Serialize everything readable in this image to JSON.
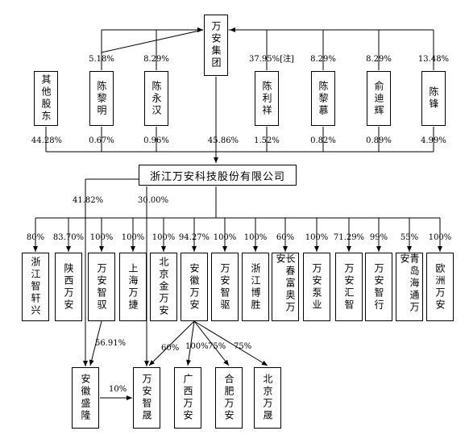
{
  "top": {
    "name": "万安集团"
  },
  "shareholders": [
    {
      "name": "其他股东",
      "top_pct": "",
      "bottom_pct": "44.28%"
    },
    {
      "name": "陈黎明",
      "top_pct": "5.18%",
      "bottom_pct": "0.67%"
    },
    {
      "name": "陈永汉",
      "top_pct": "8.29%",
      "bottom_pct": "0.96%"
    },
    {
      "name": "陈利祥",
      "top_pct": "37.95%[注]",
      "bottom_pct": "1.52%"
    },
    {
      "name": "陈黎慕",
      "top_pct": "8.29%",
      "bottom_pct": "0.82%"
    },
    {
      "name": "俞迪辉",
      "top_pct": "8.29%",
      "bottom_pct": "0.89%"
    },
    {
      "name": "陈锋",
      "top_pct": "13.48%",
      "bottom_pct": "4.99%"
    }
  ],
  "group_to_company_pct": "45.86%",
  "company": {
    "name": "浙江万安科技股份有限公司"
  },
  "direct_links": [
    {
      "pct": "41.82%"
    },
    {
      "pct": "30.00%"
    }
  ],
  "subsidiaries": [
    {
      "name": "浙江智轩兴",
      "pct": "80%"
    },
    {
      "name": "陕西万安",
      "pct": "83.70%"
    },
    {
      "name": "万安智驭",
      "pct": "100%"
    },
    {
      "name": "上海万捷",
      "pct": "100%"
    },
    {
      "name": "北京金万安",
      "pct": "100%"
    },
    {
      "name": "安徽万安",
      "pct": "94.27%"
    },
    {
      "name": "万安智驱",
      "pct": "100%"
    },
    {
      "name": "浙江博胜",
      "pct": "100%"
    },
    {
      "name": "长春富奥万安",
      "pct": "60%"
    },
    {
      "name": "万安泵业",
      "pct": "100%"
    },
    {
      "name": "万安汇智",
      "pct": "71.29%"
    },
    {
      "name": "万安智行",
      "pct": "99%"
    },
    {
      "name": "青岛海通万安",
      "pct": "55%"
    },
    {
      "name": "欧洲万安",
      "pct": "100%"
    }
  ],
  "third_level": [
    {
      "name": "安徽盛隆"
    },
    {
      "name": "万安智晟"
    },
    {
      "name": "广西万安"
    },
    {
      "name": "合肥万安"
    },
    {
      "name": "北京万晟"
    }
  ],
  "third_links": {
    "zhiyu_to_shenglong": "56.91%",
    "shenglong_to_zhisheng": "10%",
    "anhui_to_zhisheng": "60%",
    "anhui_to_guangxi": "100%",
    "anhui_to_hefei": "75%",
    "anhui_to_beijing": "75%"
  },
  "colors": {
    "line": "#000000",
    "background": "#ffffff"
  }
}
